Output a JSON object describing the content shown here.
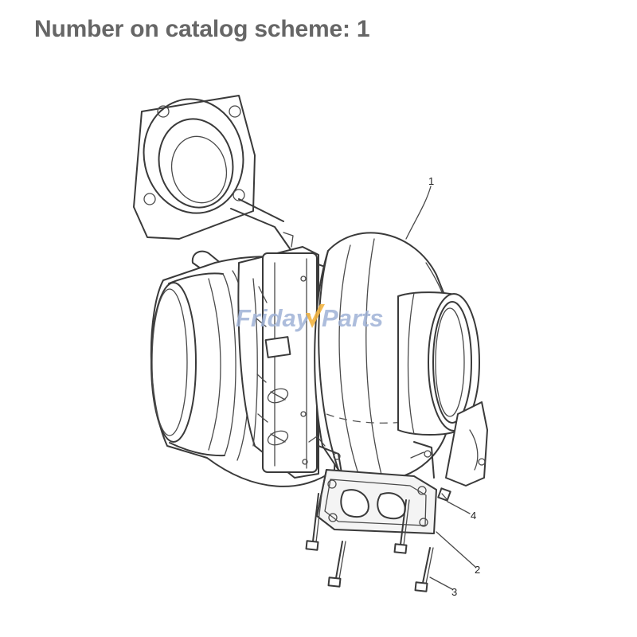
{
  "title": "Number on catalog scheme: 1",
  "watermark": {
    "part1": "Friday",
    "part2": "Parts",
    "color": "#9fb2d6",
    "accent": "#f2b441"
  },
  "callouts": [
    {
      "id": "1",
      "label": "1"
    },
    {
      "id": "2",
      "label": "2"
    },
    {
      "id": "3",
      "label": "3"
    },
    {
      "id": "4",
      "label": "4"
    }
  ],
  "colors": {
    "title": "#666666",
    "line": "#3a3a3a",
    "background": "#ffffff"
  }
}
